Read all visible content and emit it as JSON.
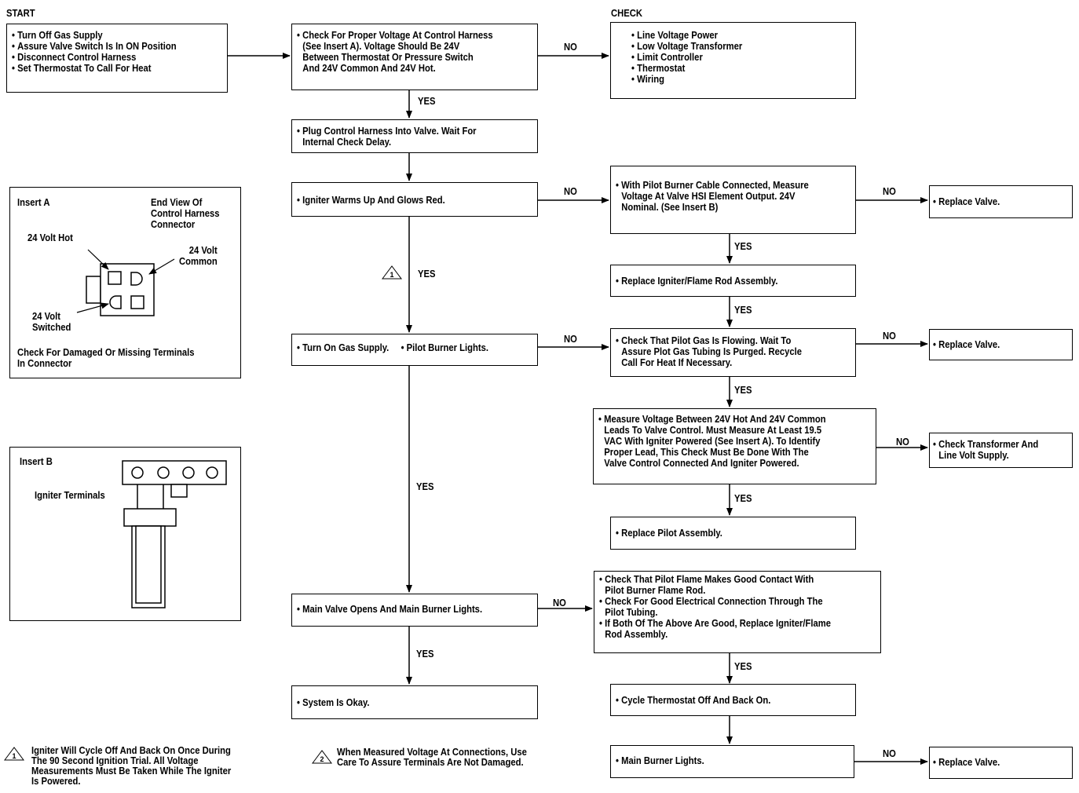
{
  "headings": {
    "start": "START",
    "check": "CHECK"
  },
  "labels": {
    "yes": "YES",
    "no": "NO"
  },
  "boxes": {
    "start": [
      "Turn Off Gas Supply",
      "Assure Valve Switch Is In ON Position",
      "Disconnect Control Harness",
      "Set Thermostat To Call For Heat"
    ],
    "voltage": [
      "Check For Proper Voltage At Control Harness",
      "(See Insert A).  Voltage Should Be 24V",
      "Between Thermostat Or Pressure Switch",
      "And 24V Common And 24V Hot."
    ],
    "check": [
      "Line Voltage Power",
      "Low Voltage Transformer",
      "Limit Controller",
      "Thermostat",
      "Wiring"
    ],
    "plug": [
      "Plug Control Harness Into Valve.  Wait For",
      "Internal Check Delay."
    ],
    "igniter": "Igniter Warms Up And Glows Red.",
    "pilot_cable": [
      "With Pilot Burner Cable Connected, Measure",
      "Voltage At Valve HSI Element Output.  24V",
      "Nominal.  (See Insert B)"
    ],
    "replace_valve_1": "Replace Valve.",
    "replace_igniter": "Replace Igniter/Flame Rod Assembly.",
    "gas_supply": [
      "Turn On Gas Supply.",
      "Pilot Burner Lights."
    ],
    "pilot_gas": [
      "Check That Pilot Gas Is Flowing.  Wait To",
      "Assure Plot Gas Tubing Is Purged.  Recycle",
      "Call For Heat If Necessary."
    ],
    "replace_valve_2": "Replace Valve.",
    "measure": [
      "Measure Voltage Between 24V Hot And 24V Common",
      "Leads To Valve Control.  Must Measure At Least 19.5",
      "VAC With Igniter Powered (See Insert A).  To Identify",
      "Proper Lead, This Check Must Be Done With The",
      "Valve Control Connected And Igniter Powered."
    ],
    "transformer": [
      "Check Transformer And",
      "Line Volt Supply."
    ],
    "replace_pilot": "Replace Pilot Assembly.",
    "main_valve": "Main Valve Opens And Main Burner Lights.",
    "flame_contact": [
      "Check That Pilot Flame Makes Good Contact With",
      "Pilot Burner Flame Rod.",
      "Check For Good Electrical Connection Through The",
      "Pilot Tubing.",
      "If Both Of The Above Are Good, Replace Igniter/Flame",
      "Rod Assembly."
    ],
    "system_ok": "System Is Okay.",
    "cycle": "Cycle Thermostat Off And Back On.",
    "main_burner": "Main Burner Lights.",
    "replace_valve_3": "Replace Valve."
  },
  "insert_a": {
    "title": "Insert A",
    "end_view": [
      "End View Of",
      "Control Harness",
      "Connector"
    ],
    "hot": "24 Volt Hot",
    "common": [
      "24 Volt",
      "Common"
    ],
    "switched": [
      "24 Volt",
      "Switched"
    ],
    "note": [
      "Check For Damaged Or Missing Terminals",
      "In Connector"
    ]
  },
  "insert_b": {
    "title": "Insert B",
    "terminals": "Igniter Terminals"
  },
  "notes": {
    "n1_mark": "1",
    "n1": [
      "Igniter Will Cycle Off And Back On Once During",
      "The 90 Second Ignition Trial.  All Voltage",
      "Measurements Must Be Taken While The Igniter",
      "Is Powered."
    ],
    "n2_mark": "2",
    "n2": [
      "When Measured Voltage At Connections, Use",
      "Care To Assure Terminals Are Not Damaged."
    ]
  }
}
